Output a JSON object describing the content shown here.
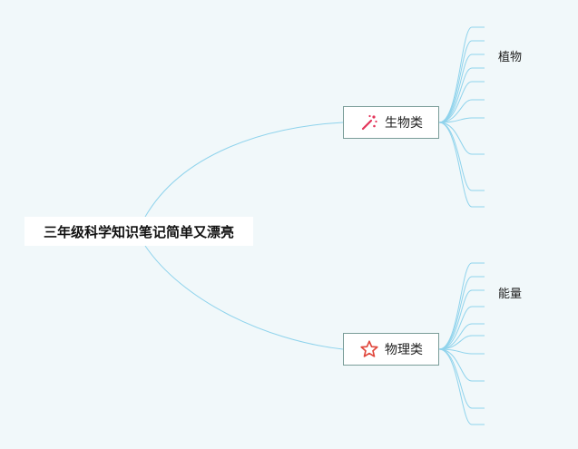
{
  "mindmap": {
    "root": {
      "title": "三年级科学知识笔记简单又漂亮"
    },
    "branches": [
      {
        "title": "生物类",
        "icon": "magic-wand-icon",
        "icon_color": "#e3355a",
        "visible_leaf_labels": [
          "植物"
        ],
        "sub_branch_count": 9
      },
      {
        "title": "物理类",
        "icon": "star-icon",
        "icon_color": "#e0473c",
        "visible_leaf_labels": [
          "能量"
        ],
        "sub_branch_count": 9
      }
    ]
  },
  "colors": {
    "background": "#f1f8fa",
    "link": "#8fd3ec",
    "node_border": "#7a9d98"
  }
}
